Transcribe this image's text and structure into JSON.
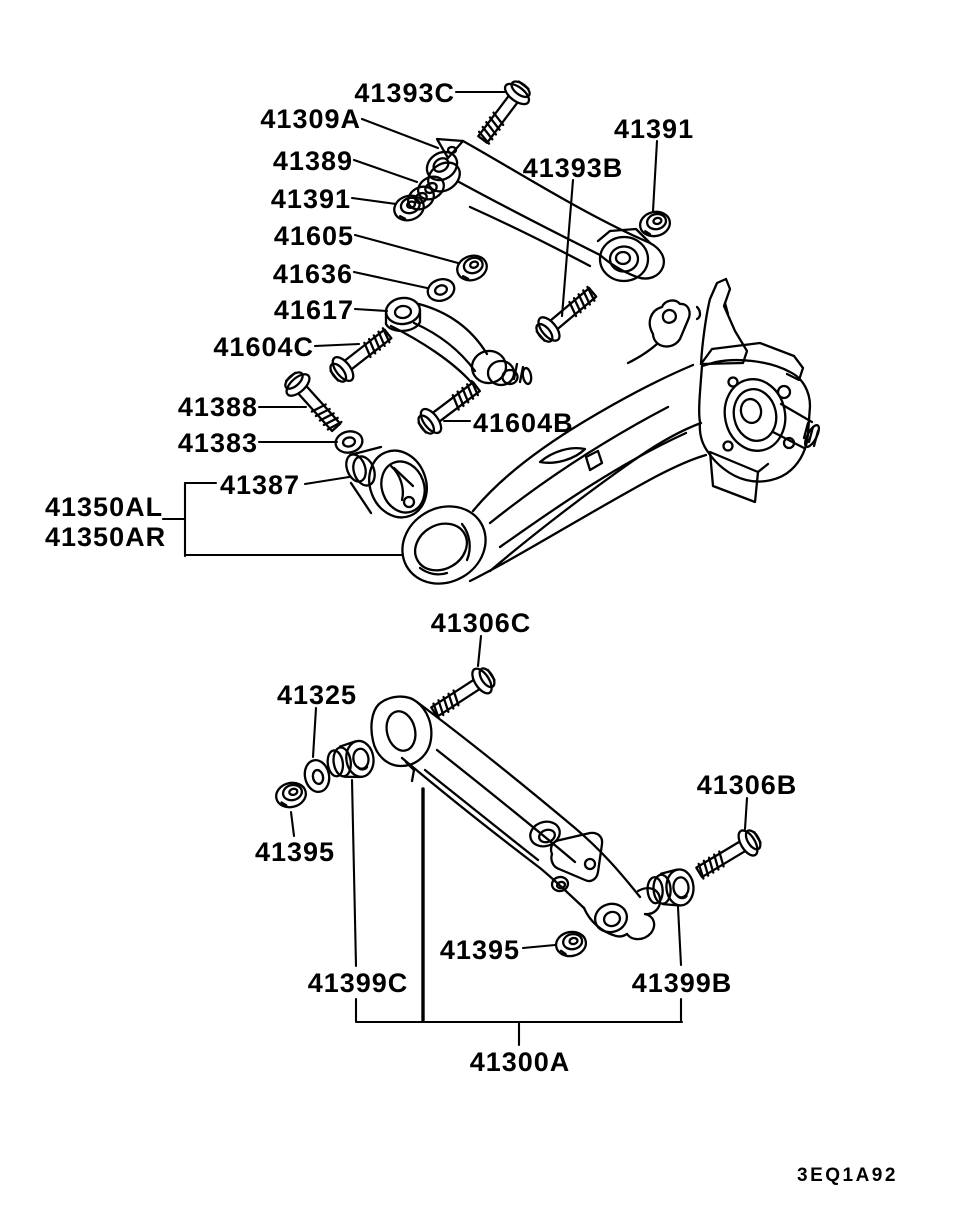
{
  "page": {
    "background": "#ffffff",
    "ink": "#000000"
  },
  "footer": {
    "drawing_code": "3EQ1A92"
  },
  "labels": {
    "b41393C": "41393C",
    "b41309A": "41309A",
    "b41389": "41389",
    "b41391_left": "41391",
    "b41605": "41605",
    "b41636": "41636",
    "b41617": "41617",
    "b41604C": "41604C",
    "b41388": "41388",
    "b41383": "41383",
    "b41387": "41387",
    "b41350AL": "41350AL",
    "b41350AR": "41350AR",
    "b41393B": "41393B",
    "b41391_right": "41391",
    "b41604B": "41604B",
    "b41306C": "41306C",
    "b41325": "41325",
    "b41395_left": "41395",
    "b41306B": "41306B",
    "b41399B": "41399B",
    "b41395_bottom": "41395",
    "b41399C": "41399C",
    "b41300A": "41300A"
  }
}
